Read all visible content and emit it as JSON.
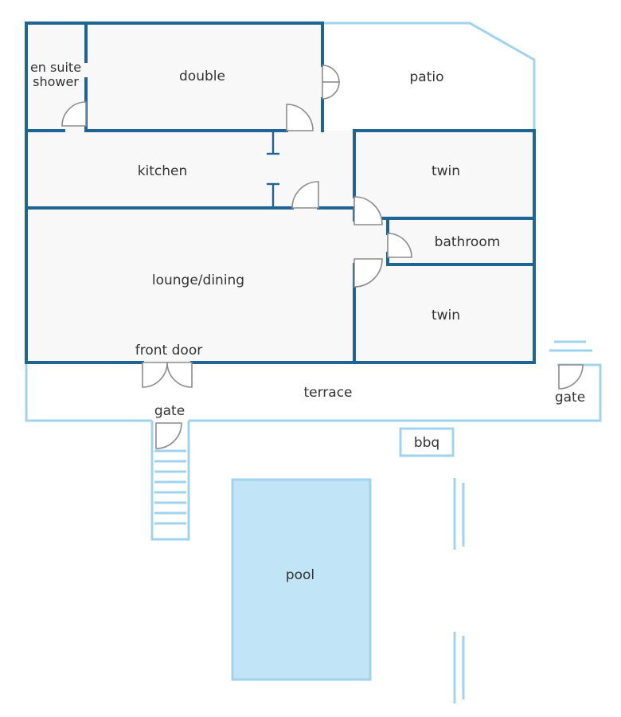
{
  "labels": {
    "en_suite_line1": "en suite",
    "en_suite_line2": "shower",
    "double": "double",
    "patio": "patio",
    "kitchen": "kitchen",
    "twin_top": "twin",
    "bathroom": "bathroom",
    "lounge": "lounge/dining",
    "twin_bottom": "twin",
    "front_door": "front door",
    "terrace": "terrace",
    "gate_left": "gate",
    "gate_right": "gate",
    "bbq": "bbq",
    "pool": "pool"
  },
  "colors": {
    "interior_wall": "#1e6596",
    "exterior_outline": "#9fd3ef",
    "pool_fill": "#c2e4f7",
    "room_fill": "#f8f8f8",
    "door": "#8c8c8c"
  }
}
